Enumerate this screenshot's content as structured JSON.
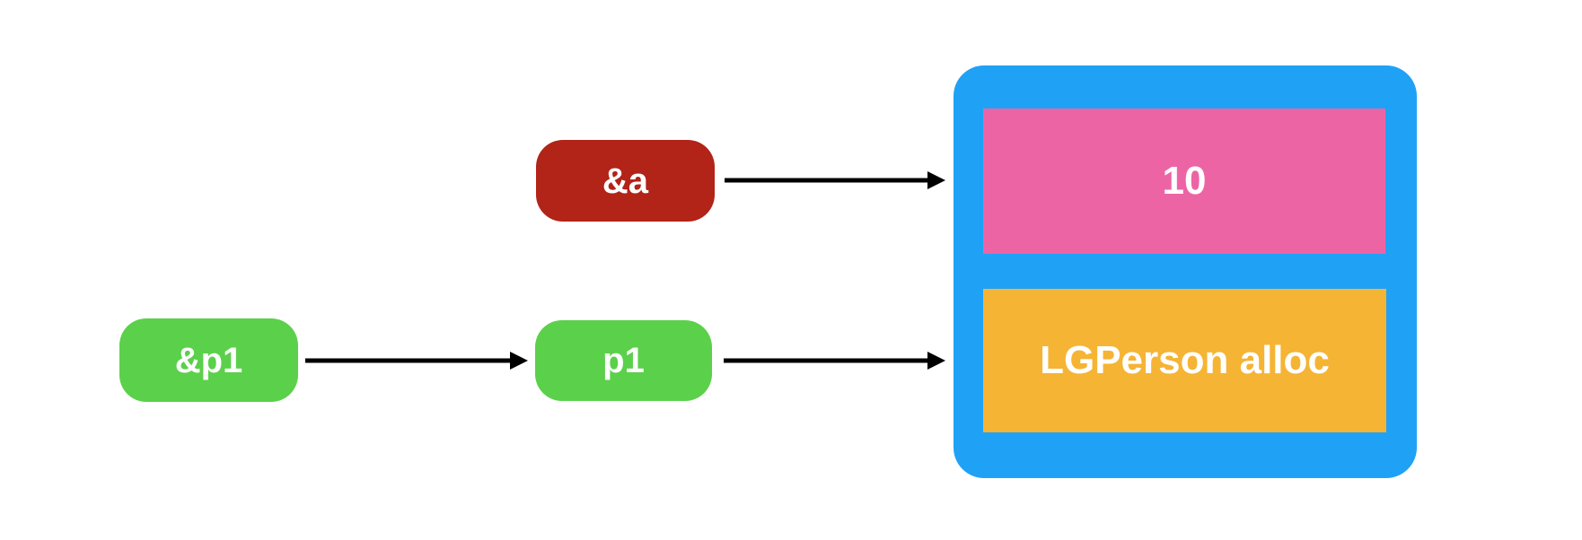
{
  "colors": {
    "pointer-red": "#b22318",
    "pointer-green": "#5bd04a",
    "container-blue": "#1fa2f5",
    "value-pink": "#ed64a5",
    "object-orange": "#f5b433",
    "arrow-black": "#000000",
    "label-white": "#ffffff"
  },
  "nodes": {
    "amp_a": {
      "label": "&a"
    },
    "amp_p1": {
      "label": "&p1"
    },
    "p1": {
      "label": "p1"
    },
    "value_10": {
      "label": "10"
    },
    "lgperson": {
      "label": "LGPerson alloc"
    }
  }
}
